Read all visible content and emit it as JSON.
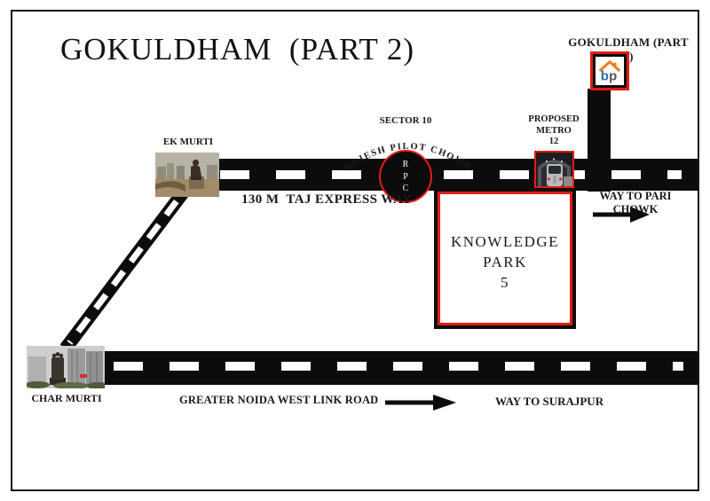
{
  "title": "GOKULDHAM  (PART 2)",
  "colors": {
    "accent_red": "#e41b13",
    "road_black": "#0c0c0c",
    "logo_orange": "#f08221",
    "logo_blue": "#2a6fad"
  },
  "site": {
    "label": "GOKULDHAM (PART 2)",
    "logo_letters": "bp"
  },
  "sector": {
    "name": "SECTOR 10",
    "chowk": "RAJESH PILOT CHOWK",
    "rpc": {
      "l1": "R",
      "l2": "P",
      "l3": "C"
    }
  },
  "metro": {
    "l1": "PROPOSED",
    "l2": "METRO",
    "l3": "12"
  },
  "knowledge_park": {
    "l1": "KNOWLEDGE",
    "l2": "PARK",
    "l3": "5"
  },
  "landmarks": {
    "ek_murti": "EK MURTI",
    "char_murti": "CHAR MURTI"
  },
  "roads": {
    "taj": "130 M  TAJ EXPRESS WAY",
    "link": "GREATER NOIDA WEST LINK ROAD",
    "pari": "WAY TO PARI CHOWK",
    "surajpur": "WAY TO SURAJPUR"
  }
}
